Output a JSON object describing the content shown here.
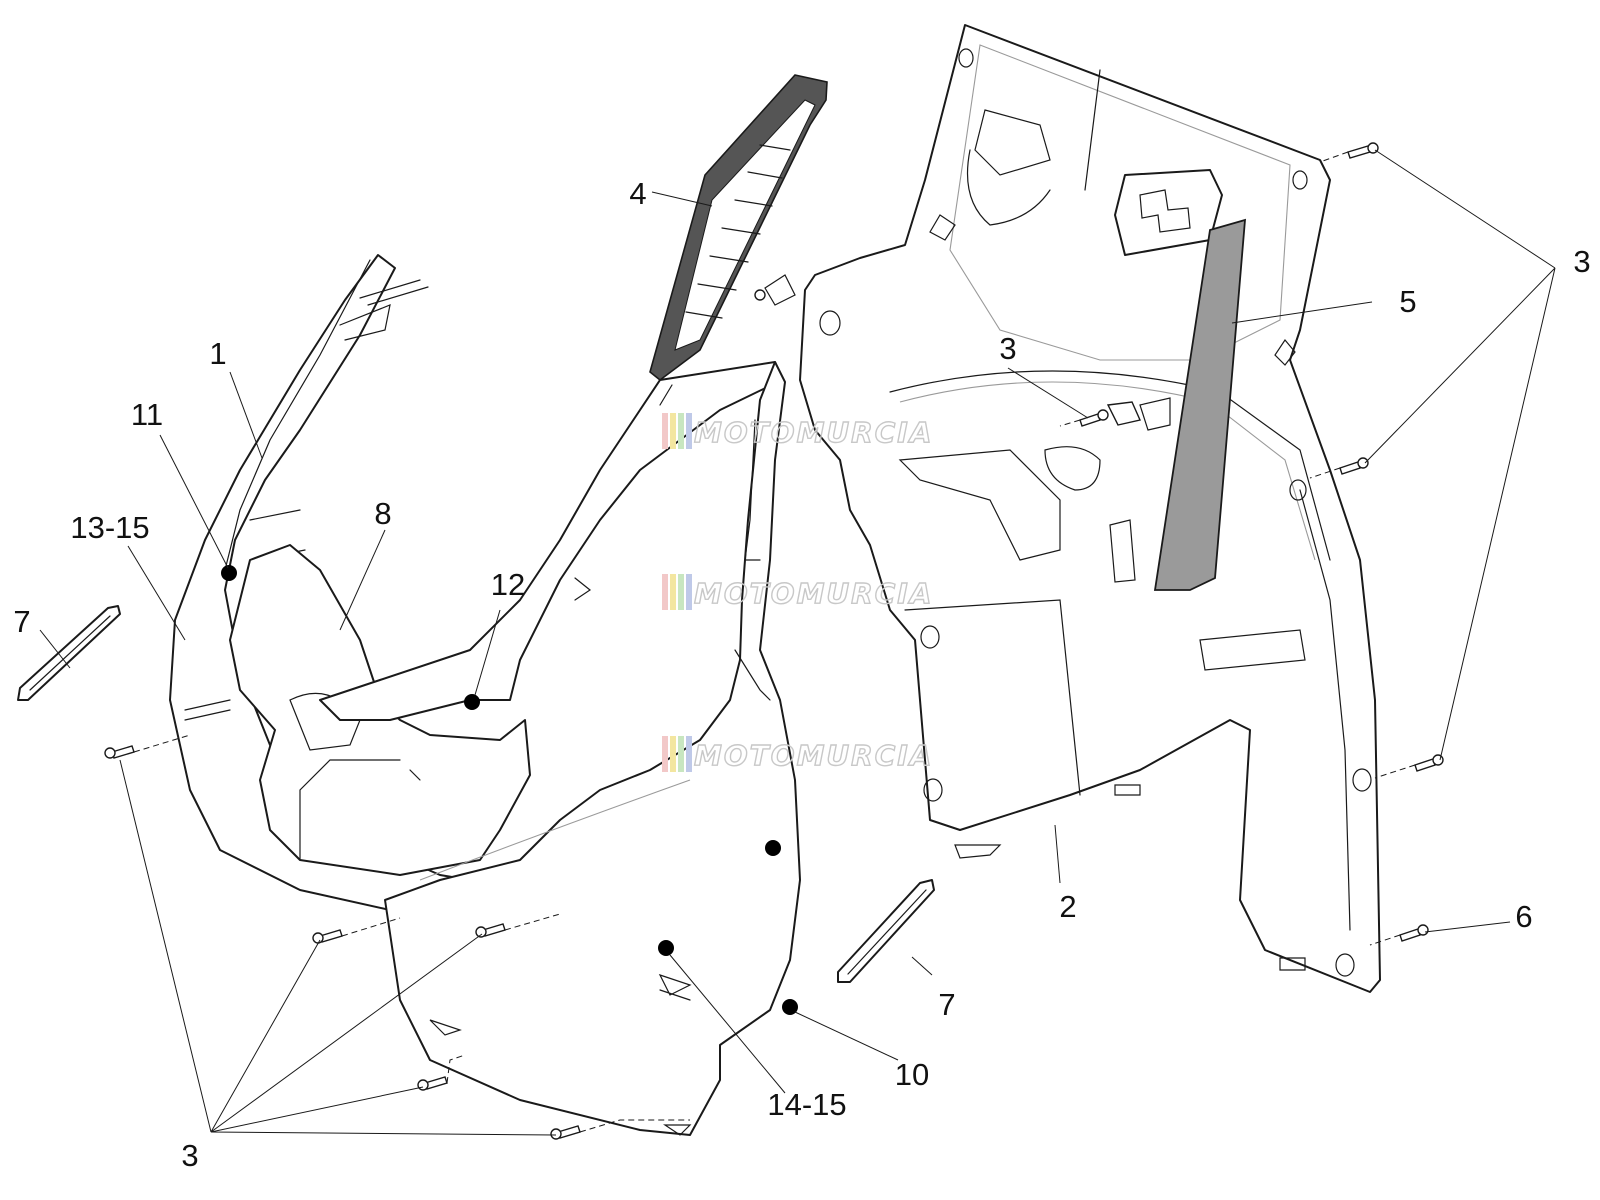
{
  "watermark": {
    "text": "MOTOMURCIA",
    "stripe_colors": [
      "#f2c8c8",
      "#f3e6a0",
      "#c8e6c0",
      "#bfc9e8"
    ]
  },
  "callouts": [
    {
      "id": "c1",
      "label": "1"
    },
    {
      "id": "c2",
      "label": "2"
    },
    {
      "id": "c3a",
      "label": "3"
    },
    {
      "id": "c3b",
      "label": "3"
    },
    {
      "id": "c3c",
      "label": "3"
    },
    {
      "id": "c4",
      "label": "4"
    },
    {
      "id": "c5",
      "label": "5"
    },
    {
      "id": "c6",
      "label": "6"
    },
    {
      "id": "c7a",
      "label": "7"
    },
    {
      "id": "c7b",
      "label": "7"
    },
    {
      "id": "c8",
      "label": "8"
    },
    {
      "id": "c10",
      "label": "10"
    },
    {
      "id": "c11",
      "label": "11"
    },
    {
      "id": "c12",
      "label": "12"
    },
    {
      "id": "c1315",
      "label": "13-15"
    },
    {
      "id": "c1415",
      "label": "14-15"
    }
  ]
}
